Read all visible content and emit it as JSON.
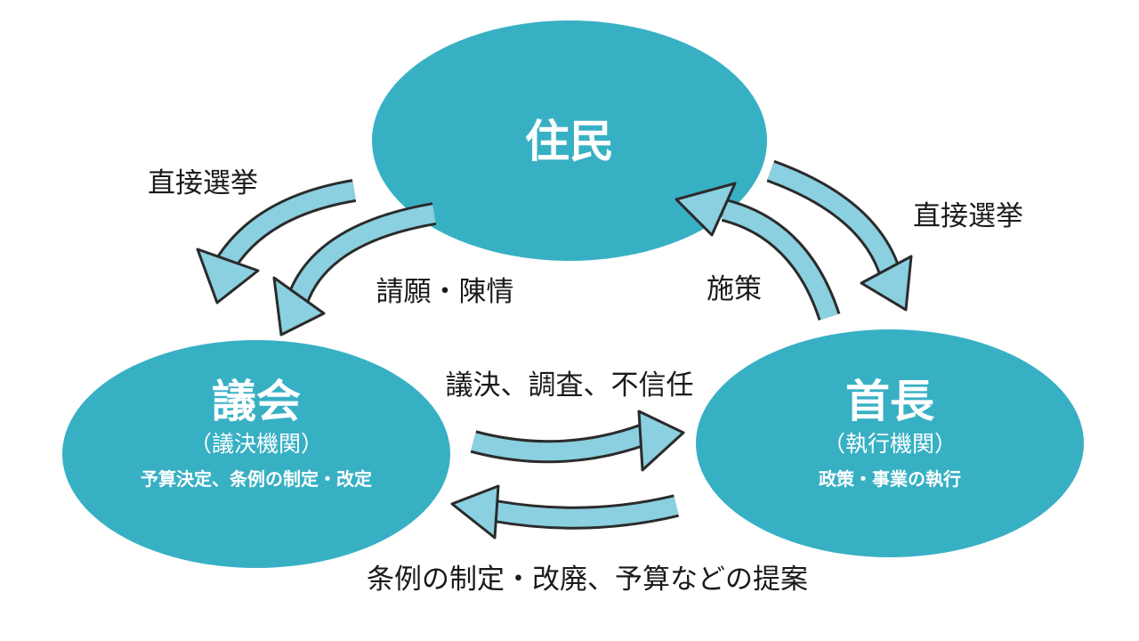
{
  "colors": {
    "node_fill": "#38b0c4",
    "arrow_fill": "#8ad0e0",
    "arrow_outline": "#2b2b2b",
    "text_dark": "#1a1a1a",
    "text_light": "#ffffff"
  },
  "nodes": {
    "residents": {
      "title": "住民"
    },
    "assembly": {
      "title": "議会",
      "subtitle": "（議決機関）",
      "description": "予算決定、条例の制定・改定"
    },
    "mayor": {
      "title": "首長",
      "subtitle": "（執行機関）",
      "description": "政策・事業の執行"
    }
  },
  "edges": {
    "residents_to_assembly_election": "直接選挙",
    "residents_to_assembly_petition": "請願・陳情",
    "mayor_to_residents_policy": "施策",
    "residents_to_mayor_election": "直接選挙",
    "assembly_to_mayor": "議決、調査、不信任",
    "mayor_to_assembly": "条例の制定・改廃、予算などの提案"
  }
}
